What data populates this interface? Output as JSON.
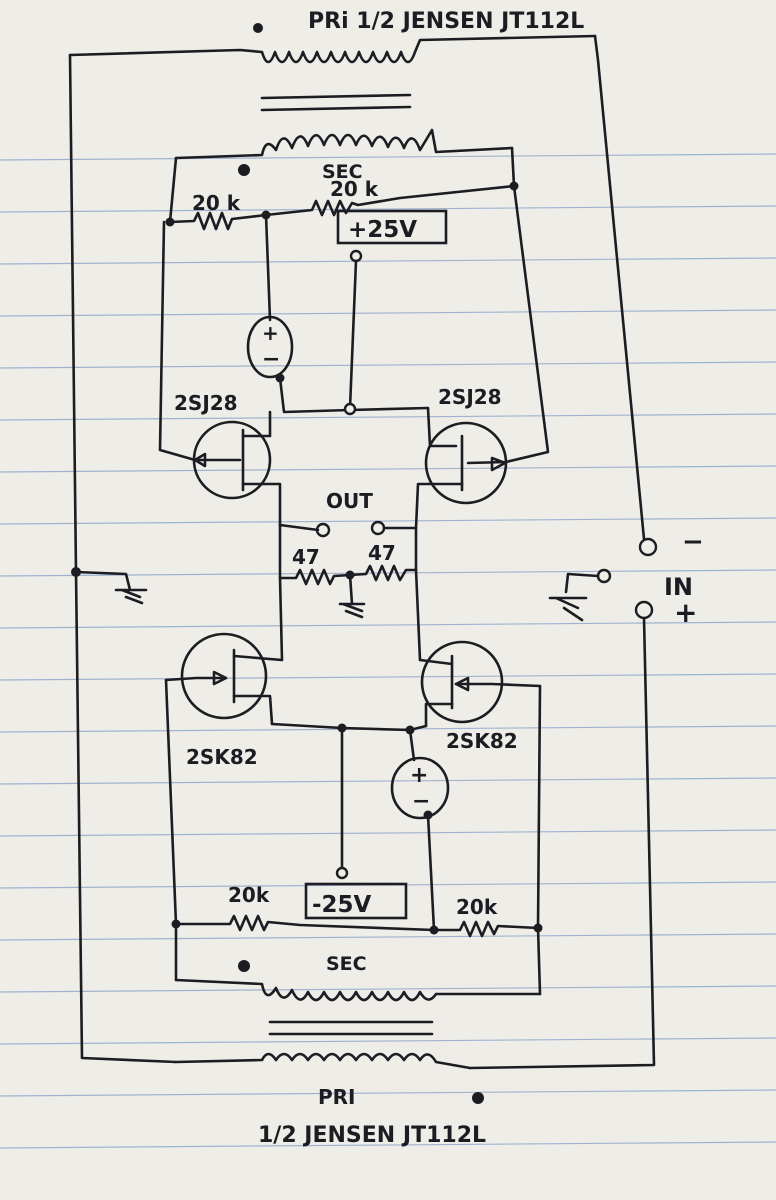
{
  "transformer_top": {
    "primary_label": "PRi 1/2 JENSEN JT112L",
    "secondary_label": "SEC"
  },
  "transformer_bottom": {
    "primary_label_line1": "PRI",
    "primary_label_line2": "1/2 JENSEN JT112L",
    "secondary_label": "SEC"
  },
  "resistors": {
    "r_top_left": "20 k",
    "r_top_right": "20 k",
    "r_bot_left": "20k",
    "r_bot_right": "20k",
    "r_out_left": "47",
    "r_out_right": "47"
  },
  "supplies": {
    "positive": "+25V",
    "negative": "-25V"
  },
  "transistors": {
    "p_left": "2SJ28",
    "p_right": "2SJ28",
    "n_left": "2SK82",
    "n_right": "2SK82"
  },
  "output": {
    "label": "OUT"
  },
  "input": {
    "label": "IN",
    "minus": "−",
    "plus": "+"
  },
  "battery_symbols": {
    "plus": "+",
    "minus": "−"
  }
}
